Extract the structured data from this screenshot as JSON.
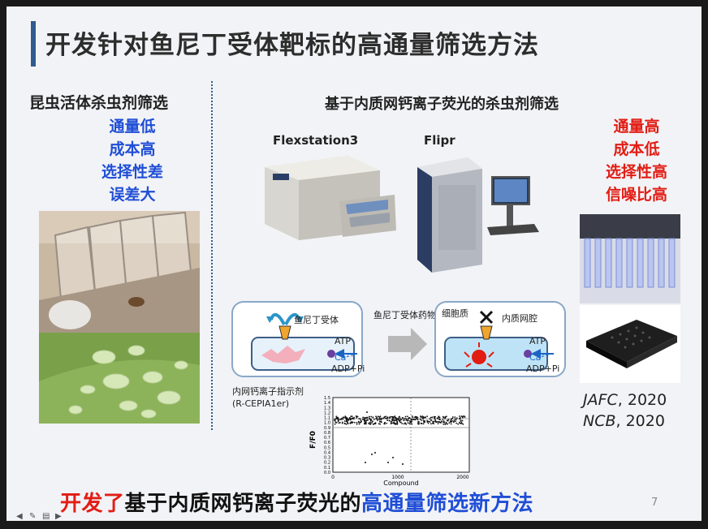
{
  "title": "开发针对鱼尼丁受体靶标的高通量筛选方法",
  "left": {
    "heading": "昆虫活体杀虫剂筛选",
    "points": [
      "通量低",
      "成本高",
      "选择性差",
      "误差大"
    ]
  },
  "middle": {
    "heading": "基于内质网钙离子荧光的杀虫剂筛选",
    "device1": "Flexstation3",
    "device2": "Flipr"
  },
  "right": {
    "points": [
      "通量高",
      "成本低",
      "选择性高",
      "信噪比高"
    ],
    "cite1_journal": "JAFC",
    "cite1_year": ", 2020",
    "cite2_journal": "NCB",
    "cite2_year": ", 2020"
  },
  "diagram": {
    "receptor_label": "鱼尼丁受体",
    "atp": "ATP",
    "ca": "Ca",
    "ca_sup": "2+",
    "adp": "ADP+Pi",
    "indicator_label": "内网钙离子指示剂",
    "indicator_name": "(R-CEPIA1er)",
    "arrow_label": "鱼尼丁受体药物",
    "cytoplasm": "细胞质",
    "er_lumen": "内质网腔"
  },
  "scatter": {
    "ylabel": "F/F0",
    "xlabel": "Compound",
    "yticks": [
      "1.5",
      "1.4",
      "1.3",
      "1.2",
      "1.1",
      "1.0",
      "0.9",
      "0.8",
      "0.7",
      "0.6",
      "0.5",
      "0.4",
      "0.3",
      "0.2",
      "0.1",
      "0.0"
    ],
    "xticks": [
      "0",
      "1000",
      "2000"
    ]
  },
  "bottom": {
    "part1": "开发了",
    "part2": "基于内质网钙离子荧光的",
    "part3": "高通量筛选新方法"
  },
  "page_number": "7",
  "colors": {
    "accent_blue": "#1f4ed6",
    "accent_red": "#e21d14",
    "title_bar": "#2f5b8f"
  }
}
